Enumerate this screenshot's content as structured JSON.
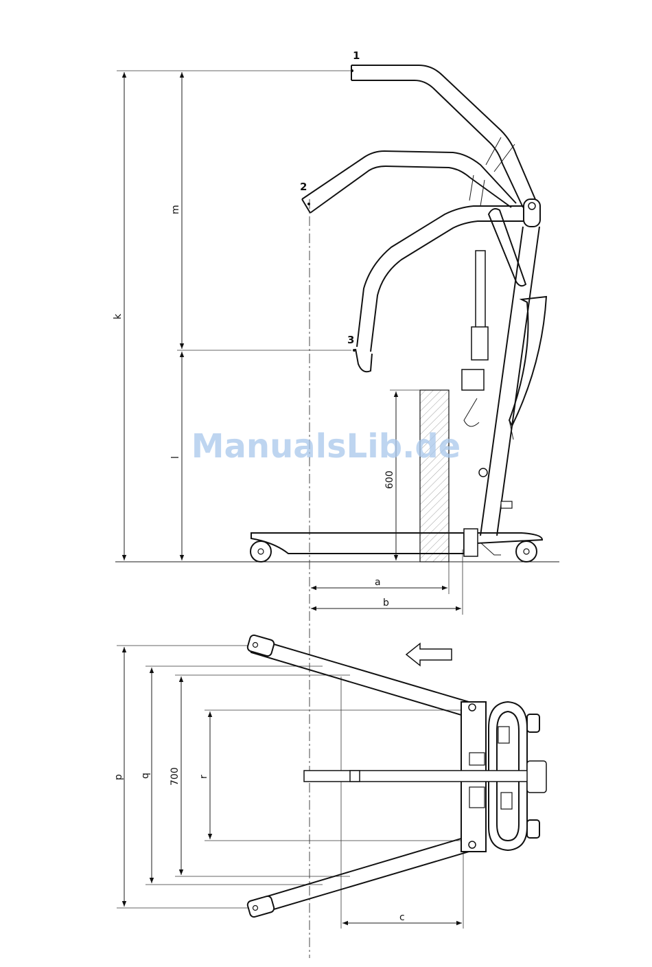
{
  "watermark": "ManualsLib.de",
  "side_view": {
    "points": [
      "1",
      "2",
      "3"
    ],
    "dimensions": {
      "k": "k",
      "m": "m",
      "l": "l",
      "h600": "600",
      "a": "a",
      "b": "b"
    }
  },
  "top_view": {
    "dimensions": {
      "p": "p",
      "q": "q",
      "w700": "700",
      "r": "r",
      "c": "c"
    },
    "direction_arrow": "arrow-left-icon"
  }
}
